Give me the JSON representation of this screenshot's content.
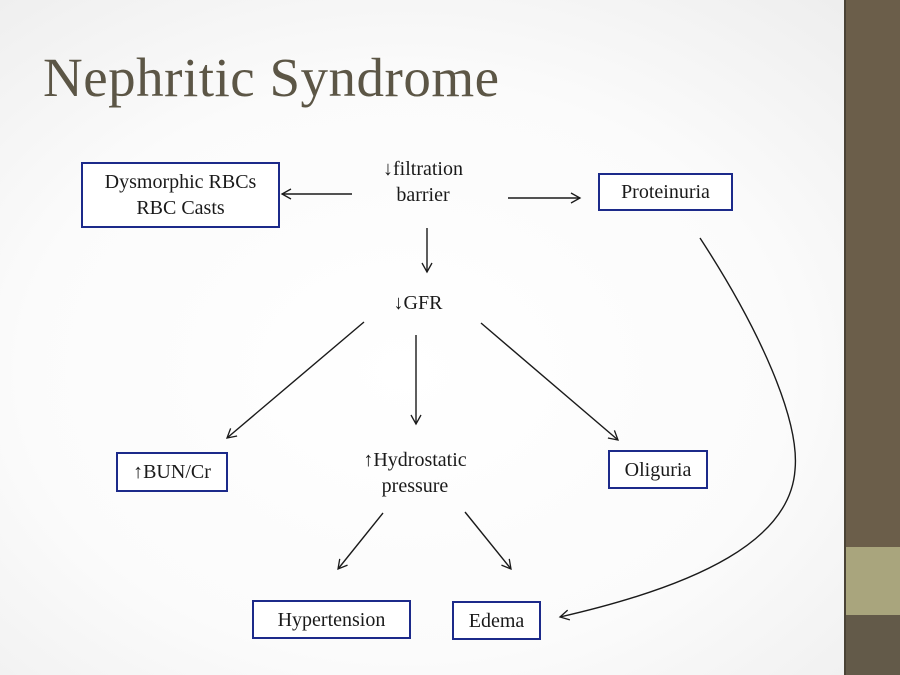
{
  "slide": {
    "title": "Nephritic Syndrome",
    "colors": {
      "box_border": "#1c2a8a",
      "title": "#5c5646",
      "sidebar": "#6b5e4a",
      "sidebar_accent": "#a9a57d"
    }
  },
  "nodes": {
    "filtration_barrier": {
      "line1": "↓filtration",
      "line2": "barrier"
    },
    "dysmorphic": {
      "line1": "Dysmorphic RBCs",
      "line2": "RBC Casts"
    },
    "proteinuria": {
      "label": "Proteinuria"
    },
    "gfr": {
      "label": "↓GFR"
    },
    "bun_cr": {
      "label": "↑BUN/Cr"
    },
    "hydrostatic": {
      "line1": "↑Hydrostatic",
      "line2": "pressure"
    },
    "oliguria": {
      "label": "Oliguria"
    },
    "hypertension": {
      "label": "Hypertension"
    },
    "edema": {
      "label": "Edema"
    }
  },
  "edges": [
    {
      "from": "filtration_barrier",
      "to": "dysmorphic"
    },
    {
      "from": "filtration_barrier",
      "to": "proteinuria"
    },
    {
      "from": "filtration_barrier",
      "to": "gfr"
    },
    {
      "from": "gfr",
      "to": "bun_cr"
    },
    {
      "from": "gfr",
      "to": "hydrostatic"
    },
    {
      "from": "gfr",
      "to": "oliguria"
    },
    {
      "from": "hydrostatic",
      "to": "hypertension"
    },
    {
      "from": "hydrostatic",
      "to": "edema"
    },
    {
      "from": "proteinuria",
      "to": "edema"
    }
  ]
}
